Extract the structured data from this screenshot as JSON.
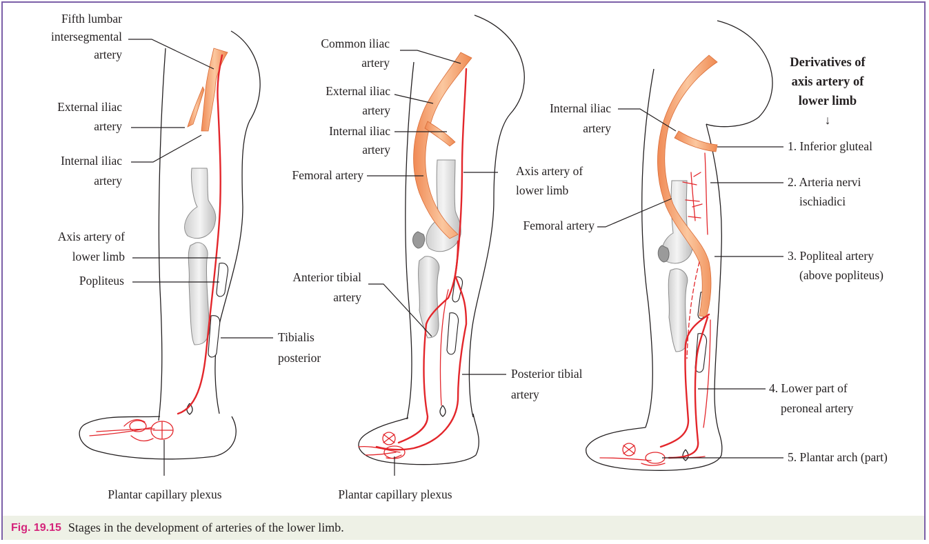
{
  "colors": {
    "border": "#7b5ea7",
    "artery_axis": "#e3262b",
    "artery_major": "#f4a26b",
    "caption_background": "#eef1e6",
    "figure_tag": "#d4237a"
  },
  "panels": [
    {
      "labels": {
        "fifth_lumbar_1": "Fifth lumbar",
        "fifth_lumbar_2": "intersegmental",
        "fifth_lumbar_3": "artery",
        "external_iliac_1": "External iliac",
        "external_iliac_2": "artery",
        "internal_iliac_1": "Internal iliac",
        "internal_iliac_2": "artery",
        "axis_artery_1": "Axis artery of",
        "axis_artery_2": "lower limb",
        "popliteus": "Popliteus",
        "tibialis_1": "Tibialis",
        "tibialis_2": "posterior",
        "plantar_plexus": "Plantar capillary plexus"
      }
    },
    {
      "labels": {
        "common_iliac_1": "Common iliac",
        "common_iliac_2": "artery",
        "external_iliac_1": "External iliac",
        "external_iliac_2": "artery",
        "internal_iliac_1": "Internal iliac",
        "internal_iliac_2": "artery",
        "femoral": "Femoral artery",
        "axis_artery_1": "Axis artery of",
        "axis_artery_2": "lower limb",
        "anterior_tibial_1": "Anterior tibial",
        "anterior_tibial_2": "artery",
        "posterior_tibial_1": "Posterior tibial",
        "posterior_tibial_2": "artery",
        "plantar_plexus": "Plantar capillary plexus"
      }
    },
    {
      "labels": {
        "derivatives_1": "Derivatives of",
        "derivatives_2": "axis artery of",
        "derivatives_3": "lower limb",
        "arrow": "↓",
        "internal_iliac_1": "Internal iliac",
        "internal_iliac_2": "artery",
        "femoral": "Femoral artery",
        "inferior_gluteal": "1. Inferior gluteal",
        "arteria_nervi_1": "2. Arteria nervi",
        "arteria_nervi_2": "ischiadici",
        "popliteal_1": "3. Popliteal artery",
        "popliteal_2": "(above popliteus)",
        "peroneal_1": "4. Lower part of",
        "peroneal_2": "peroneal artery",
        "plantar_arch": "5. Plantar arch (part)"
      }
    }
  ],
  "caption": {
    "figure_number": "Fig. 19.15",
    "text": "Stages in the development of arteries of the lower limb."
  }
}
